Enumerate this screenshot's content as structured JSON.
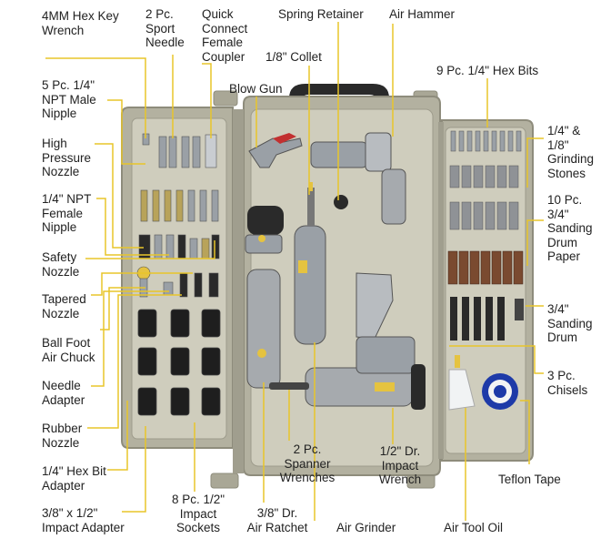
{
  "diagram": {
    "colors": {
      "case_outer": "#b3b1a0",
      "case_inner": "#cfcdbd",
      "case_edge": "#8e8c7c",
      "leader": "#e8c52a",
      "steel": "#9aa0a6",
      "black_part": "#2a2a2a"
    },
    "labels": [
      {
        "id": "hex-key-wrench",
        "text": "4MM Hex Key\nWrench"
      },
      {
        "id": "sport-needle",
        "text": "2 Pc.\nSport\nNeedle"
      },
      {
        "id": "quick-connect-female-coupler",
        "text": "Quick\nConnect\nFemale\nCoupler"
      },
      {
        "id": "spring-retainer",
        "text": "Spring Retainer"
      },
      {
        "id": "air-hammer",
        "text": "Air Hammer"
      },
      {
        "id": "collet",
        "text": "1/8\" Collet"
      },
      {
        "id": "blow-gun",
        "text": "Blow Gun"
      },
      {
        "id": "hex-bits",
        "text": "9 Pc. 1/4\" Hex Bits"
      },
      {
        "id": "npt-male-nipple",
        "text": "5 Pc. 1/4\"\nNPT Male\nNipple"
      },
      {
        "id": "grinding-stones",
        "text": "1/4\" &\n1/8\"\nGrinding\nStones"
      },
      {
        "id": "high-pressure-nozzle",
        "text": "High\nPressure\nNozzle"
      },
      {
        "id": "npt-female-nipple",
        "text": "1/4\" NPT\nFemale\nNipple"
      },
      {
        "id": "sanding-drum-paper",
        "text": "10 Pc.\n3/4\"\nSanding\nDrum\nPaper"
      },
      {
        "id": "safety-nozzle",
        "text": "Safety\nNozzle"
      },
      {
        "id": "tapered-nozzle",
        "text": "Tapered\nNozzle"
      },
      {
        "id": "sanding-drum",
        "text": "3/4\"\nSanding\nDrum"
      },
      {
        "id": "ball-foot-air-chuck",
        "text": "Ball Foot\nAir Chuck"
      },
      {
        "id": "needle-adapter",
        "text": "Needle\nAdapter"
      },
      {
        "id": "chisels",
        "text": "3 Pc.\nChisels"
      },
      {
        "id": "rubber-nozzle",
        "text": "Rubber\nNozzle"
      },
      {
        "id": "hex-bit-adapter",
        "text": "1/4\" Hex Bit\nAdapter"
      },
      {
        "id": "spanner-wrenches",
        "text": "2 Pc.\nSpanner\nWrenches"
      },
      {
        "id": "impact-wrench",
        "text": "1/2\" Dr.\nImpact\nWrench"
      },
      {
        "id": "teflon-tape",
        "text": "Teflon Tape"
      },
      {
        "id": "impact-sockets",
        "text": "8 Pc. 1/2\"\nImpact\nSockets"
      },
      {
        "id": "impact-adapter",
        "text": "3/8\" x 1/2\"\nImpact Adapter"
      },
      {
        "id": "air-ratchet",
        "text": "3/8\" Dr.\nAir Ratchet"
      },
      {
        "id": "air-grinder",
        "text": "Air Grinder"
      },
      {
        "id": "air-tool-oil",
        "text": "Air Tool Oil"
      }
    ]
  }
}
